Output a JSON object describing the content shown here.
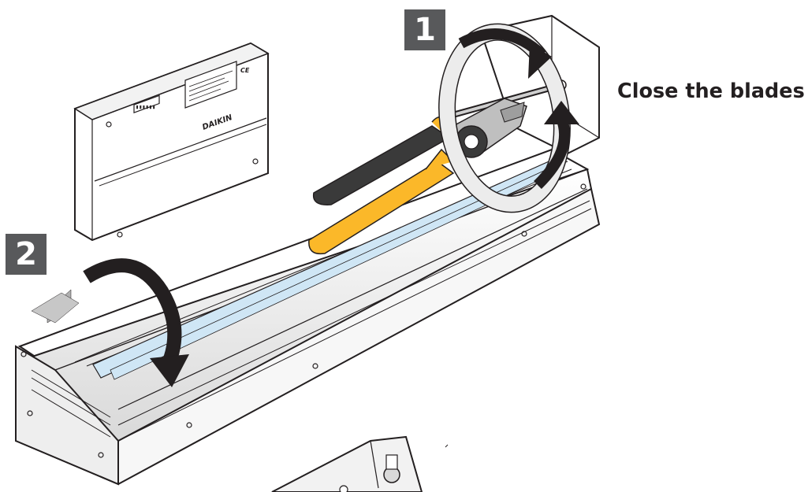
{
  "steps": {
    "step1_number": "1",
    "step2_number": "2"
  },
  "instruction": {
    "text": "Close the blades"
  },
  "controller_box": {
    "logo_text": "DAIKIN",
    "ce_mark": "CE"
  },
  "colors": {
    "badge_bg": "#58595b",
    "badge_text": "#ffffff",
    "instruction_text": "#231f20",
    "tool_handle_yellow": "#fbb829",
    "tool_handle_dark": "#3a3a3a",
    "rail_glass_blue": "#cfe6f5",
    "rotation_arrow": "#231f20",
    "rotation_band": "#e8e8e8"
  },
  "icons": {
    "rotate_clockwise": "rotate-clockwise-arrow-icon",
    "rotate_counterclockwise": "rotate-counterclockwise-arrow-icon",
    "pliers": "pliers-icon"
  }
}
